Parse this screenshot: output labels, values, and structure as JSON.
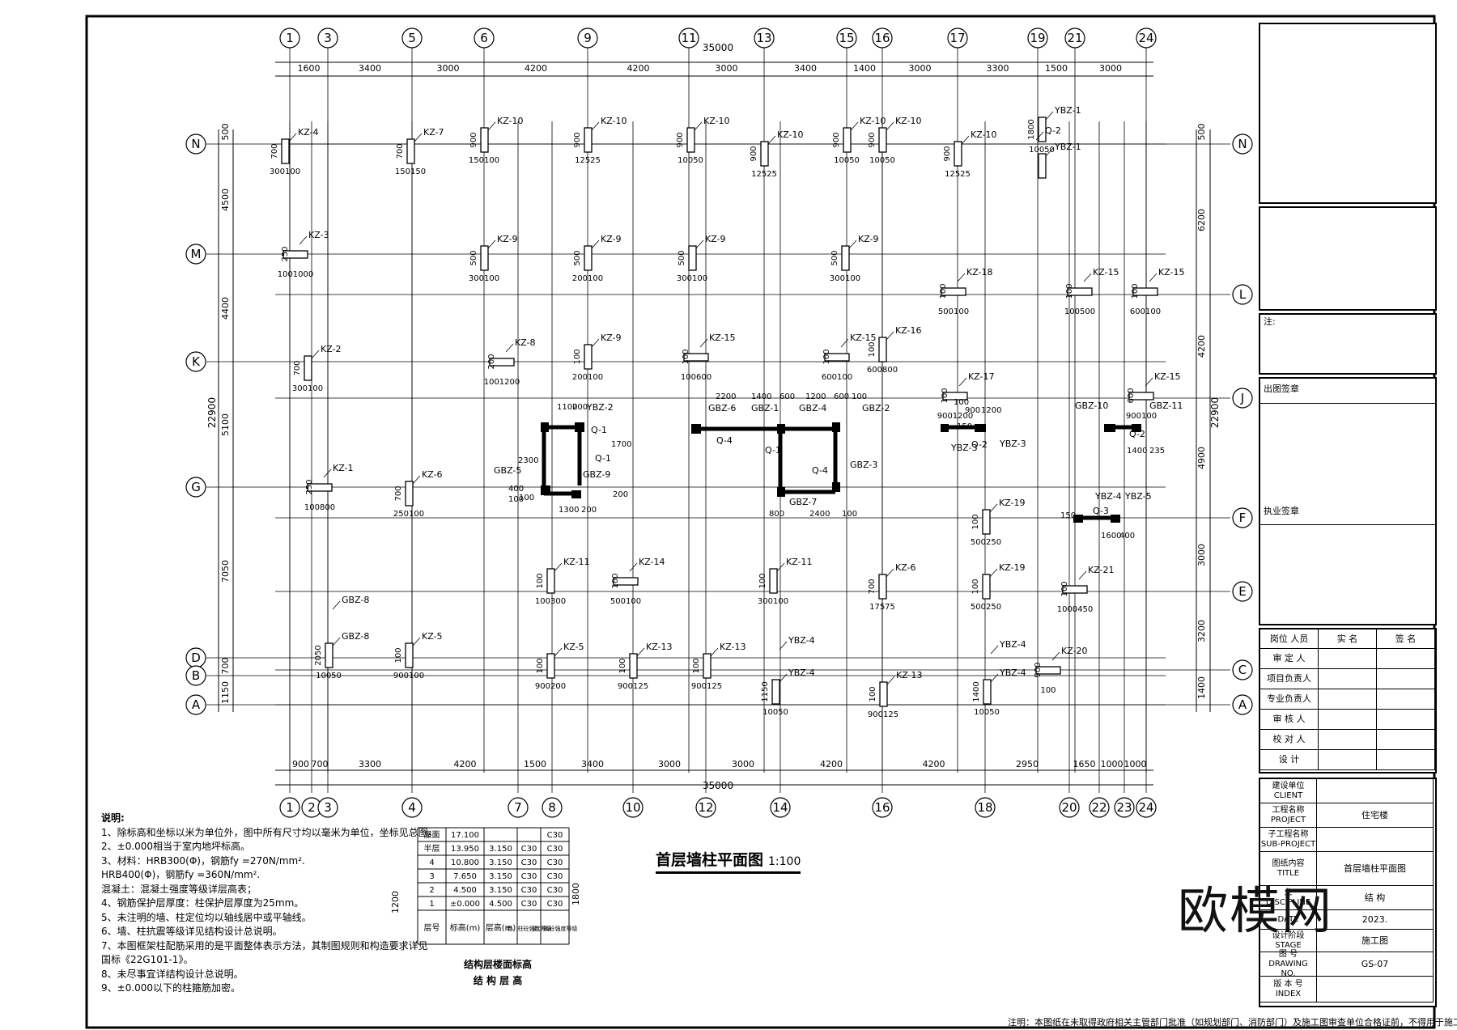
{
  "drawing": {
    "title": "首层墙柱平面图",
    "scale": "1:100",
    "total_dimension_top": "35000",
    "total_dimension_bottom": "35000",
    "total_height_left": "22900",
    "total_height_right": "22900"
  },
  "grid": {
    "top_labels": [
      "1",
      "3",
      "5",
      "6",
      "9",
      "11",
      "13",
      "15",
      "16",
      "17",
      "19",
      "21",
      "24"
    ],
    "bottom_labels": [
      "1",
      "2",
      "3",
      "4",
      "7",
      "8",
      "10",
      "12",
      "14",
      "16",
      "18",
      "20",
      "22",
      "23",
      "24"
    ],
    "left_labels": [
      "N",
      "M",
      "K",
      "G",
      "D",
      "B",
      "A"
    ],
    "right_labels": [
      "N",
      "L",
      "J",
      "F",
      "E",
      "C",
      "A"
    ],
    "top_dims": [
      "1600",
      "3400",
      "3000",
      "4200",
      "4200",
      "3000",
      "3400",
      "1400",
      "3000",
      "3300",
      "1500",
      "3000"
    ],
    "bottom_dims": [
      "900",
      "700",
      "3300",
      "4200",
      "1500",
      "3400",
      "3000",
      "3000",
      "4200",
      "4200",
      "2950",
      "1650",
      "1000",
      "1000"
    ],
    "left_dims": [
      "500",
      "4500",
      "4400",
      "5100",
      "7050",
      "700",
      "1150"
    ],
    "right_dims": [
      "500",
      "6200",
      "4200",
      "4900",
      "3000",
      "3200",
      "1400"
    ]
  },
  "columns": [
    {
      "id": "KZ-4",
      "d1": "700",
      "d2": "300",
      "d3": "100"
    },
    {
      "id": "KZ-7",
      "d1": "700",
      "d2": "150",
      "d3": "150"
    },
    {
      "id": "KZ-10",
      "d1": "900",
      "d2": "150",
      "d3": "100"
    },
    {
      "id": "KZ-10",
      "d1": "900",
      "d2": "125",
      "d3": "25"
    },
    {
      "id": "KZ-10",
      "d1": "900",
      "d2": "100",
      "d3": "50"
    },
    {
      "id": "KZ-10",
      "d1": "900",
      "d2": "125",
      "d3": "25"
    },
    {
      "id": "KZ-10",
      "d1": "900",
      "d2": "100",
      "d3": "50"
    },
    {
      "id": "KZ-10",
      "d1": "900",
      "d2": "100",
      "d3": "50"
    },
    {
      "id": "KZ-10",
      "d1": "900",
      "d2": "125",
      "d3": "25"
    },
    {
      "id": "YBZ-1",
      "d1": "1800",
      "d2": "100",
      "d3": "50"
    },
    {
      "id": "YBZ-1",
      "d1": "",
      "d2": "",
      "d3": ""
    },
    {
      "id": "Q-2",
      "d1": "",
      "d2": "",
      "d3": ""
    },
    {
      "id": "KZ-3",
      "d1": "250",
      "d2": "100",
      "d3": "1000"
    },
    {
      "id": "KZ-9",
      "d1": "500",
      "d2": "300",
      "d3": "100"
    },
    {
      "id": "KZ-9",
      "d1": "500",
      "d2": "200",
      "d3": "100"
    },
    {
      "id": "KZ-9",
      "d1": "500",
      "d2": "300",
      "d3": "100"
    },
    {
      "id": "KZ-9",
      "d1": "500",
      "d2": "300",
      "d3": "100"
    },
    {
      "id": "KZ-18",
      "d1": "100",
      "d2": "500",
      "d3": "100"
    },
    {
      "id": "KZ-15",
      "d1": "100",
      "d2": "100",
      "d3": "500"
    },
    {
      "id": "KZ-15",
      "d1": "100",
      "d2": "600",
      "d3": "100"
    },
    {
      "id": "KZ-2",
      "d1": "700",
      "d2": "300",
      "d3": "100"
    },
    {
      "id": "KZ-8",
      "d1": "200",
      "d2": "100",
      "d3": "1200"
    },
    {
      "id": "KZ-9",
      "d1": "100",
      "d2": "200",
      "d3": "100"
    },
    {
      "id": "KZ-15",
      "d1": "100",
      "d2": "100",
      "d3": "600"
    },
    {
      "id": "KZ-15",
      "d1": "100",
      "d2": "600",
      "d3": "100"
    },
    {
      "id": "KZ-16",
      "d1": "100",
      "d2": "600",
      "d3": "800"
    },
    {
      "id": "KZ-17",
      "d1": "100",
      "d2": "900",
      "d3": "1200"
    },
    {
      "id": "KZ-15",
      "d1": "600",
      "d2": "900",
      "d3": "100"
    },
    {
      "id": "KZ-1",
      "d1": "250",
      "d2": "100",
      "d3": "800"
    },
    {
      "id": "KZ-6",
      "d1": "700",
      "d2": "250",
      "d3": "100"
    },
    {
      "id": "KZ-19",
      "d1": "100",
      "d2": "500",
      "d3": "250"
    },
    {
      "id": "KZ-11",
      "d1": "100",
      "d2": "100",
      "d3": "300"
    },
    {
      "id": "KZ-14",
      "d1": "100",
      "d2": "500",
      "d3": "100"
    },
    {
      "id": "KZ-11",
      "d1": "100",
      "d2": "300",
      "d3": "100"
    },
    {
      "id": "KZ-6",
      "d1": "700",
      "d2": "175",
      "d3": "75"
    },
    {
      "id": "KZ-19",
      "d1": "100",
      "d2": "500",
      "d3": "250"
    },
    {
      "id": "KZ-21",
      "d1": "100",
      "d2": "1000",
      "d3": "450"
    },
    {
      "id": "KZ-5",
      "d1": "100",
      "d2": "900",
      "d3": "100"
    },
    {
      "id": "KZ-5",
      "d1": "100",
      "d2": "900",
      "d3": "200"
    },
    {
      "id": "KZ-13",
      "d1": "100",
      "d2": "900",
      "d3": "125"
    },
    {
      "id": "KZ-13",
      "d1": "100",
      "d2": "900",
      "d3": "125"
    },
    {
      "id": "KZ-13",
      "d1": "100",
      "d2": "900",
      "d3": "125"
    },
    {
      "id": "KZ-20",
      "d1": "900",
      "d2": "100",
      "d3": ""
    },
    {
      "id": "GBZ-8",
      "d1": "",
      "d2": "",
      "d3": ""
    },
    {
      "id": "GBZ-8",
      "d1": "2050",
      "d2": "100",
      "d3": "50"
    },
    {
      "id": "YBZ-4",
      "d1": "",
      "d2": "",
      "d3": ""
    },
    {
      "id": "YBZ-4",
      "d1": "1150",
      "d2": "100",
      "d3": "50"
    },
    {
      "id": "YBZ-4",
      "d1": "",
      "d2": "",
      "d3": ""
    },
    {
      "id": "YBZ-4",
      "d1": "1400",
      "d2": "100",
      "d3": "50"
    }
  ],
  "core_labels": [
    "YBZ-2",
    "GBZ-5",
    "GBZ-9",
    "Q-1",
    "Q-1",
    "GBZ-6",
    "GBZ-1",
    "GBZ-4",
    "GBZ-2",
    "Q-4",
    "Q-1",
    "GBZ-3",
    "Q-4",
    "GBZ-7",
    "GBZ-10",
    "GBZ-11",
    "Q-2",
    "YBZ-3",
    "Q-2",
    "YBZ-3",
    "YBZ-4",
    "YBZ-5",
    "Q-3"
  ],
  "core_dims": [
    "1100",
    "200",
    "2300",
    "1700",
    "1300",
    "200",
    "200",
    "100",
    "400",
    "100",
    "2200",
    "1400",
    "600",
    "1200",
    "600",
    "100",
    "800",
    "2400",
    "100",
    "1400",
    "235",
    "1600",
    "400",
    "100",
    "900",
    "1200",
    "150",
    "150"
  ],
  "notes": {
    "heading": "说明:",
    "items": [
      "1、除标高和坐标以米为单位外，图中所有尺寸均以毫米为单位，坐标见总图。",
      "2、±0.000相当于室内地坪标高。",
      "3、材料：HRB300(Φ)，钢筋fy =270N/mm².",
      "        HRB400(Φ)，钢筋fy =360N/mm².",
      "   混凝土：混凝土强度等级详层高表；",
      "4、钢筋保护层厚度：柱保护层厚度为25mm。",
      "5、未注明的墙、柱定位均以轴线居中或平轴线。",
      "6、墙、柱抗震等级详见结构设计总说明。",
      "7、本图框架柱配筋采用的是平面整体表示方法，其制图规则和构造要求详见",
      "   国标《22G101-1》。",
      "8、未尽事宜详结构设计总说明。",
      "9、±0.000以下的柱箍筋加密。"
    ]
  },
  "level_table": {
    "header": [
      "层号",
      "标高(m)",
      "层高(m)",
      "墙、柱砼强度等级",
      "梁、板砼强度等级"
    ],
    "rows": [
      [
        "屋面",
        "17.100",
        "",
        "",
        "C30"
      ],
      [
        "半层",
        "13.950",
        "3.150",
        "C30",
        "C30"
      ],
      [
        "4",
        "10.800",
        "3.150",
        "C30",
        "C30"
      ],
      [
        "3",
        "7.650",
        "3.150",
        "C30",
        "C30"
      ],
      [
        "2",
        "4.500",
        "3.150",
        "C30",
        "C30"
      ],
      [
        "1",
        "±0.000",
        "4.500",
        "C30",
        "C30"
      ]
    ],
    "side_dims": [
      "1200",
      "1800"
    ],
    "caption_line1": "结构层楼面标高",
    "caption_line2": "结 构 层 高"
  },
  "title_block": {
    "note_label": "注:",
    "stamp1": "出图签章",
    "stamp2": "执业签章",
    "sig_header": [
      "岗位",
      "人员",
      "实 名",
      "签 名"
    ],
    "roles": [
      "审 定 人",
      "项目负责人",
      "专业负责人",
      "审 核 人",
      "校 对 人",
      "设 计"
    ],
    "client_cn": "建设单位",
    "client_en": "CLIENT",
    "project_cn": "工程名称",
    "project_en": "PROJECT",
    "project_value": "住宅楼",
    "sub_cn": "子工程名称",
    "sub_en": "SUB-PROJECT",
    "title_cn": "图纸内容",
    "title_en": "TITLE",
    "title_value": "首层墙柱平面图",
    "disc_cn": "业",
    "disc_en": "DISCIPLINE",
    "disc_value": "结 构",
    "date_en": "DATE",
    "date_value": "2023.",
    "stage_cn": "设计阶段",
    "stage_en": "STAGE",
    "stage_value": "施工图",
    "dwg_cn": "图 号",
    "dwg_en": "DRAWING NO.",
    "dwg_value": "GS-07",
    "ver_cn": "版 本 号",
    "ver_en": "INDEX"
  },
  "footer_note": "注明：本图纸在未取得政府相关主管部门批准（如规划部门、消防部门）及施工图审查单位合格证前，不得用于施工。",
  "watermark": "欧模网"
}
